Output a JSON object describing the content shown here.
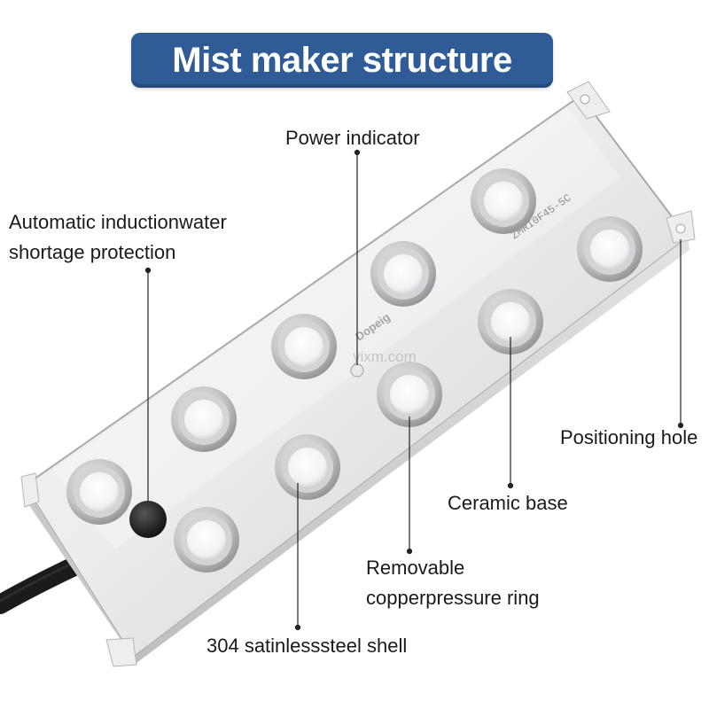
{
  "title": "Mist maker structure",
  "labels": {
    "power_indicator": "Power indicator",
    "water_protection_line1": "Automatic inductionwater",
    "water_protection_line2": "shortage protection",
    "positioning_hole": "Positioning hole",
    "ceramic_base": "Ceramic base",
    "removable_ring_line1": "Removable",
    "removable_ring_line2": "copperpressure ring",
    "steel_shell": "304 satinlesssteel shell"
  },
  "device_text": {
    "watermark": "yixm.com",
    "model": "ZMRI0F45-5C",
    "brand": "Dopeig"
  },
  "colors": {
    "banner": "#2f5b96",
    "banner_text": "#ffffff",
    "label_text": "#1a1a1a",
    "steel_light": "#f4f4f4",
    "steel_mid": "#d9dadc",
    "ring": "#b9babd",
    "ceramic": "#fbfbfb"
  }
}
